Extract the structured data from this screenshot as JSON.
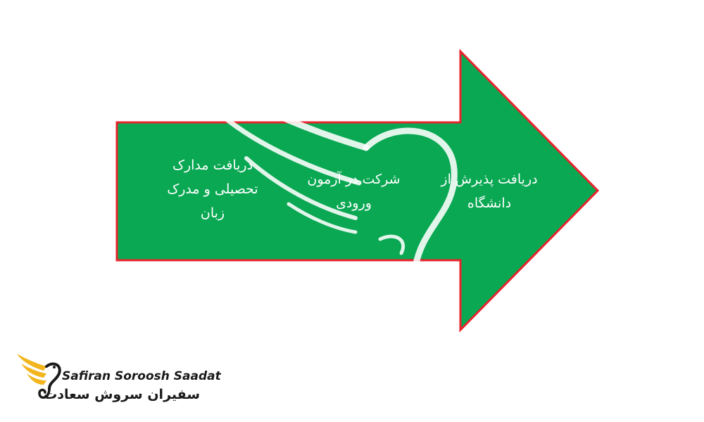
{
  "diagram": {
    "steps": [
      {
        "label": "دریافت مدارک تحصیلی و مدرک زبان"
      },
      {
        "label": "شرکت در آزمون ورودی"
      },
      {
        "label": "دریافت پذیرش از دانشگاه"
      }
    ],
    "colors": {
      "arrow_fill": "#0aa853",
      "arrow_border": "#e8232b",
      "text": "#ffffff",
      "watermark": "#eeeeee"
    }
  },
  "brand": {
    "name_en": "Safiran Soroosh Saadat",
    "name_fa": "سفیران سروش سعادت",
    "logo_icon": "golden-wing-bird-icon",
    "colors": {
      "wing": "#f2b51c",
      "text": "#1a1a1a"
    }
  }
}
